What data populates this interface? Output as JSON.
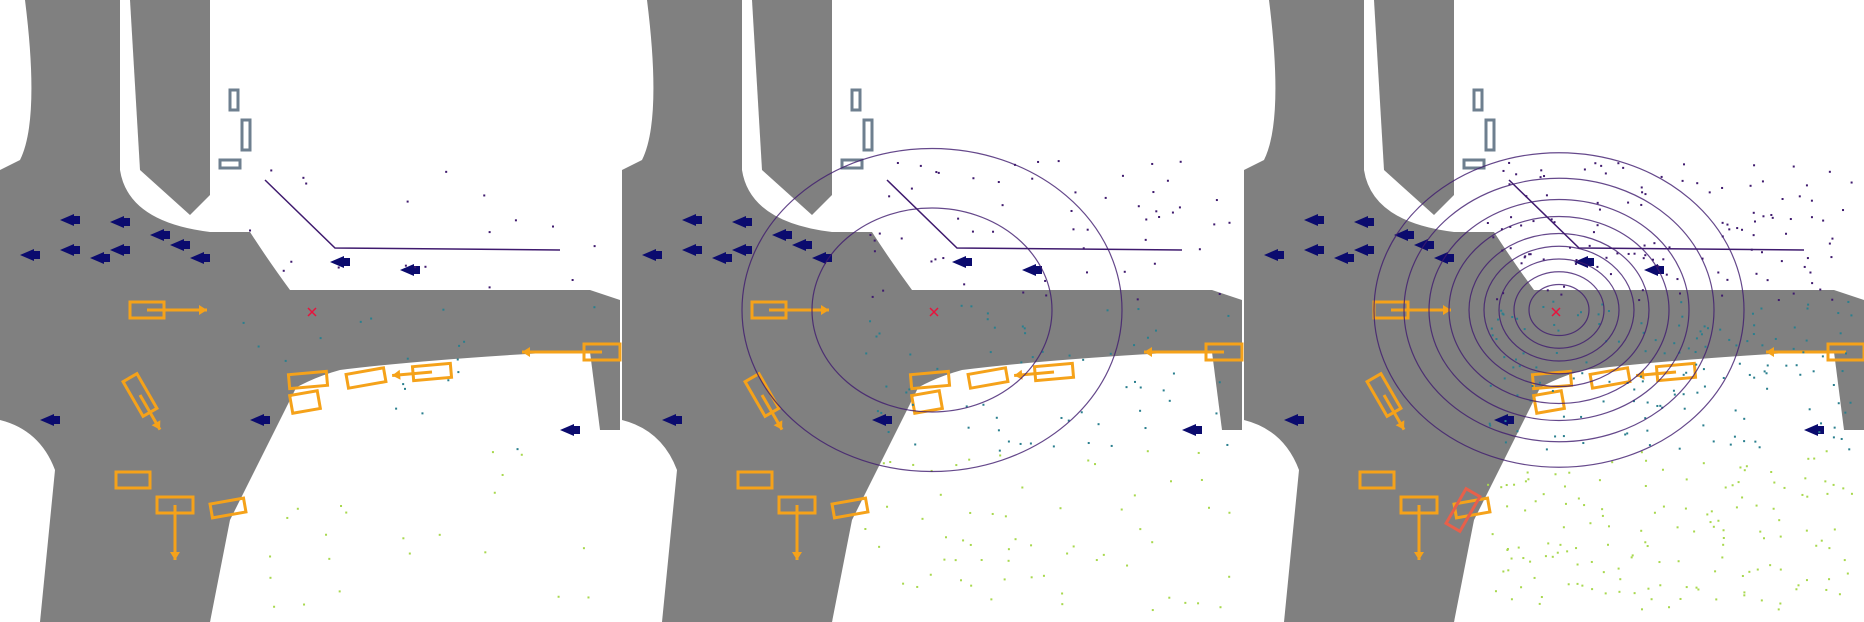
{
  "scene": {
    "panel_count": 3,
    "colors": {
      "background": "#ffffff",
      "road": "#808080",
      "agent_box": "#f5a21a",
      "highlight_box": "#e8604a",
      "parked_vehicle": "#0b0b6e",
      "ego_marker": "#e8123c",
      "static_object": "#6e7f8f",
      "lidar_near": "#3f1a6e",
      "lidar_mid": "#2a7f8e",
      "lidar_far": "#a8d84e"
    },
    "icons": [
      "ego-cross-icon",
      "vehicle-box-icon",
      "heading-arrow-icon",
      "parked-car-icon"
    ],
    "panels": [
      {
        "name": "bev-panel-1",
        "lidar_density": "sparse"
      },
      {
        "name": "bev-panel-2",
        "lidar_density": "medium"
      },
      {
        "name": "bev-panel-3",
        "lidar_density": "dense"
      }
    ]
  }
}
